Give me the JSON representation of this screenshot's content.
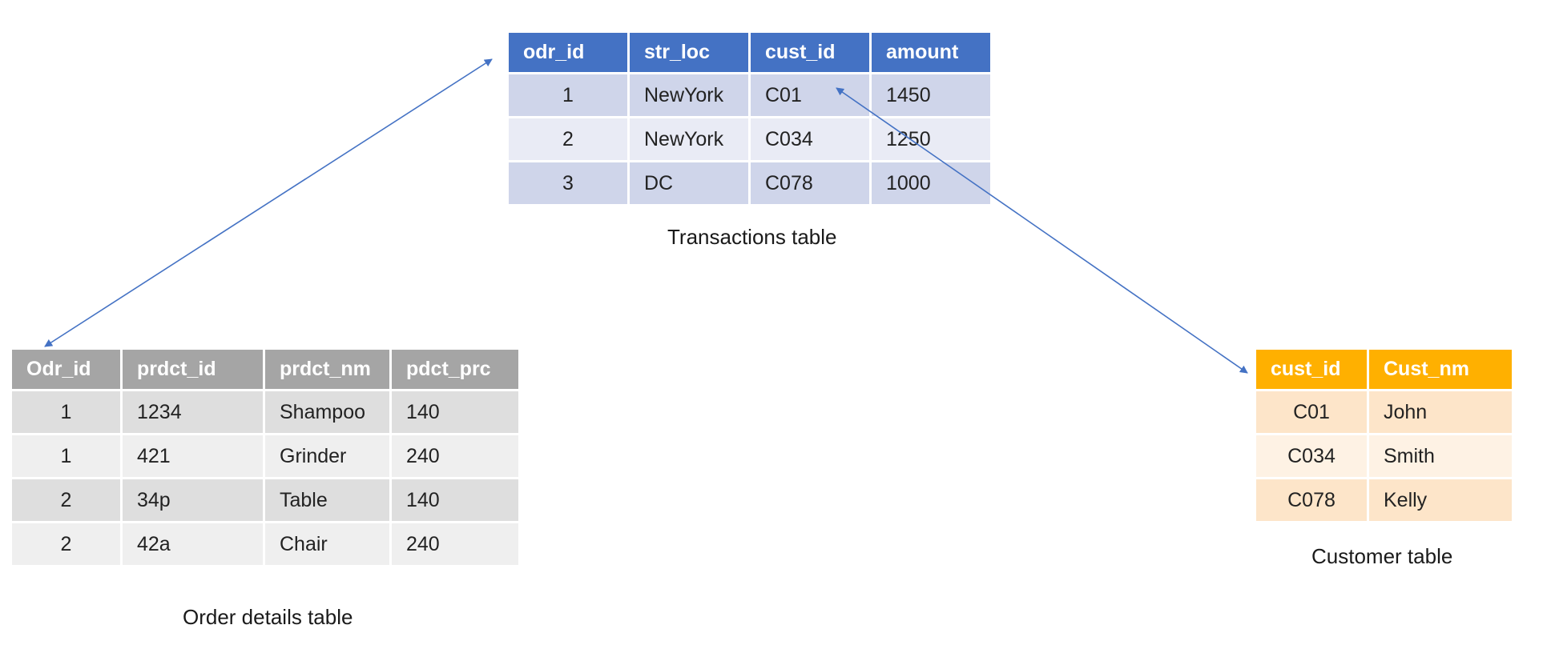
{
  "transactions_table": {
    "caption": "Transactions table",
    "headers": [
      "odr_id",
      "str_loc",
      "cust_id",
      "amount"
    ],
    "rows": [
      [
        "1",
        "NewYork",
        "C01",
        "1450"
      ],
      [
        "2",
        "NewYork",
        "C034",
        "1250"
      ],
      [
        "3",
        "DC",
        "C078",
        "1000"
      ]
    ],
    "header_color": "#4472c4"
  },
  "order_details_table": {
    "caption": "Order details table",
    "headers": [
      "Odr_id",
      "prdct_id",
      "prdct_nm",
      "pdct_prc"
    ],
    "rows": [
      [
        "1",
        "1234",
        "Shampoo",
        "140"
      ],
      [
        "1",
        "421",
        "Grinder",
        "240"
      ],
      [
        "2",
        "34p",
        "Table",
        "140"
      ],
      [
        "2",
        "42a",
        "Chair",
        "240"
      ]
    ],
    "header_color": "#a5a5a5"
  },
  "customer_table": {
    "caption": "Customer table",
    "headers": [
      "cust_id",
      "Cust_nm"
    ],
    "rows": [
      [
        "C01",
        "John"
      ],
      [
        "C034",
        "Smith"
      ],
      [
        "C078",
        "Kelly"
      ]
    ],
    "header_color": "#ffb000"
  },
  "connector_color": "#4472c4"
}
